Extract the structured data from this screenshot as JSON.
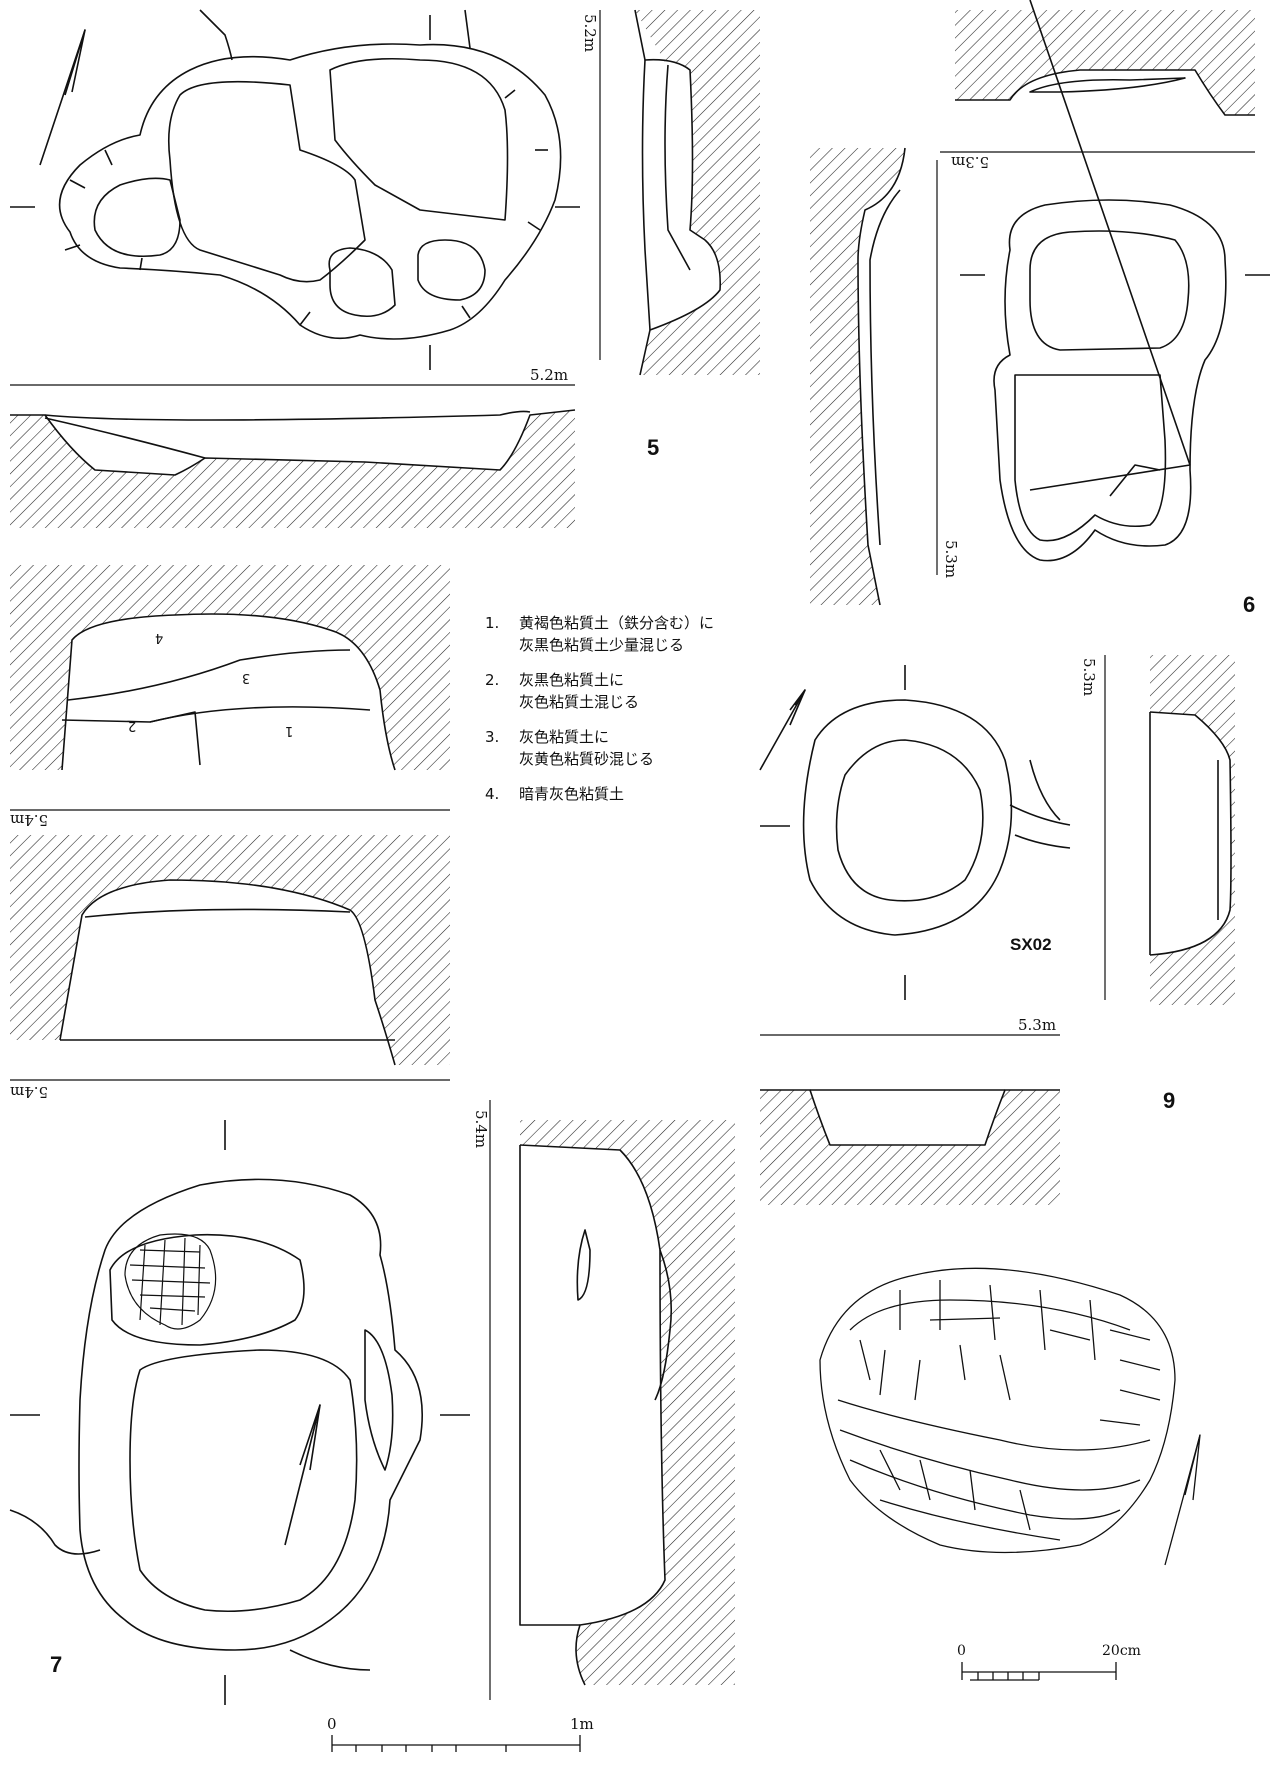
{
  "figures": {
    "fig5": "5",
    "fig6": "6",
    "fig7": "7",
    "fig9": "9",
    "sx02": "SX02"
  },
  "levels": {
    "l52_a": "5.2m",
    "l52_b": "5.2m",
    "l53_a": "5.3m",
    "l53_b": "5.3m",
    "l53_c": "5.3m",
    "l53_d": "5.3m",
    "l54_a": "5.4m",
    "l54_b": "5.4m",
    "l54_c": "5.4m"
  },
  "legend": [
    {
      "num": "1.",
      "lines": [
        "黄褐色粘質土（鉄分含む）に",
        "灰黒色粘質土少量混じる"
      ]
    },
    {
      "num": "2.",
      "lines": [
        "灰黒色粘質土に",
        "灰色粘質土混じる"
      ]
    },
    {
      "num": "3.",
      "lines": [
        "灰色粘質土に",
        "灰黄色粘質砂混じる"
      ]
    },
    {
      "num": "4.",
      "lines": [
        "暗青灰色粘質土"
      ]
    }
  ],
  "layer_nums": [
    "1",
    "2",
    "3",
    "4"
  ],
  "scales": {
    "large": {
      "start": "0",
      "end": "1m"
    },
    "small": {
      "start": "0",
      "end": "20cm"
    }
  }
}
